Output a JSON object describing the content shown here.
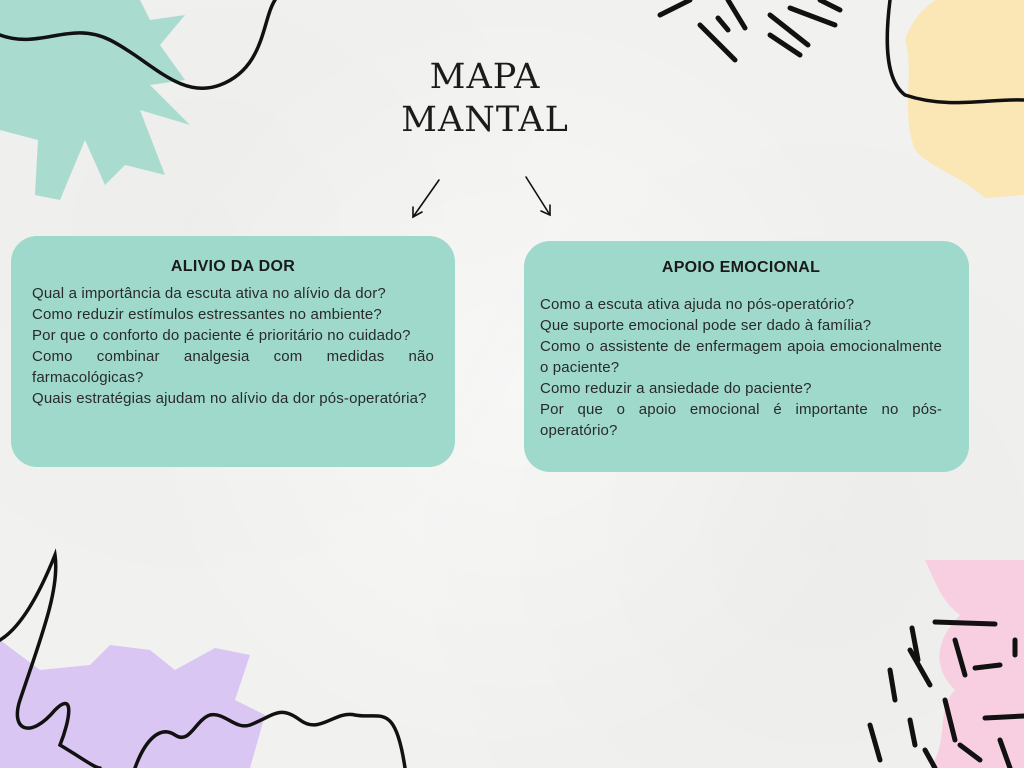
{
  "title": {
    "line1": "MAPA",
    "line2": "MANTAL"
  },
  "cards": [
    {
      "heading": "ALIVIO DA DOR",
      "questions": [
        "Qual a importância da escuta ativa no alívio da dor?",
        "Como reduzir estímulos estressantes no ambiente?",
        "Por que o conforto do paciente é prioritário no cuidado?",
        "Como combinar analgesia com medidas não farmacológicas?",
        "Quais estratégias ajudam no alívio da dor pós-operatória?"
      ]
    },
    {
      "heading": "APOIO EMOCIONAL",
      "questions": [
        "Como a escuta ativa ajuda no pós-operatório?",
        "Que suporte emocional pode ser dado à família?",
        "Como o assistente de enfermagem apoia emocionalmente o paciente?",
        "Como reduzir a ansiedade do paciente?",
        "Por que o apoio emocional é importante no pós-operatório?"
      ]
    }
  ],
  "colors": {
    "background": "#f1f1ef",
    "card": "#9ed9cb",
    "mint_shape": "#a9dccf",
    "yellow_shape": "#fbe6b5",
    "lavender_shape": "#d9c6f3",
    "pink_shape": "#f8cfe1",
    "ink": "#111111"
  },
  "decorations": [
    "mint-burst-shape",
    "yellow-blob-shape",
    "lavender-splash-shape",
    "pink-blob-shape",
    "squiggle-lines",
    "dash-marks"
  ]
}
